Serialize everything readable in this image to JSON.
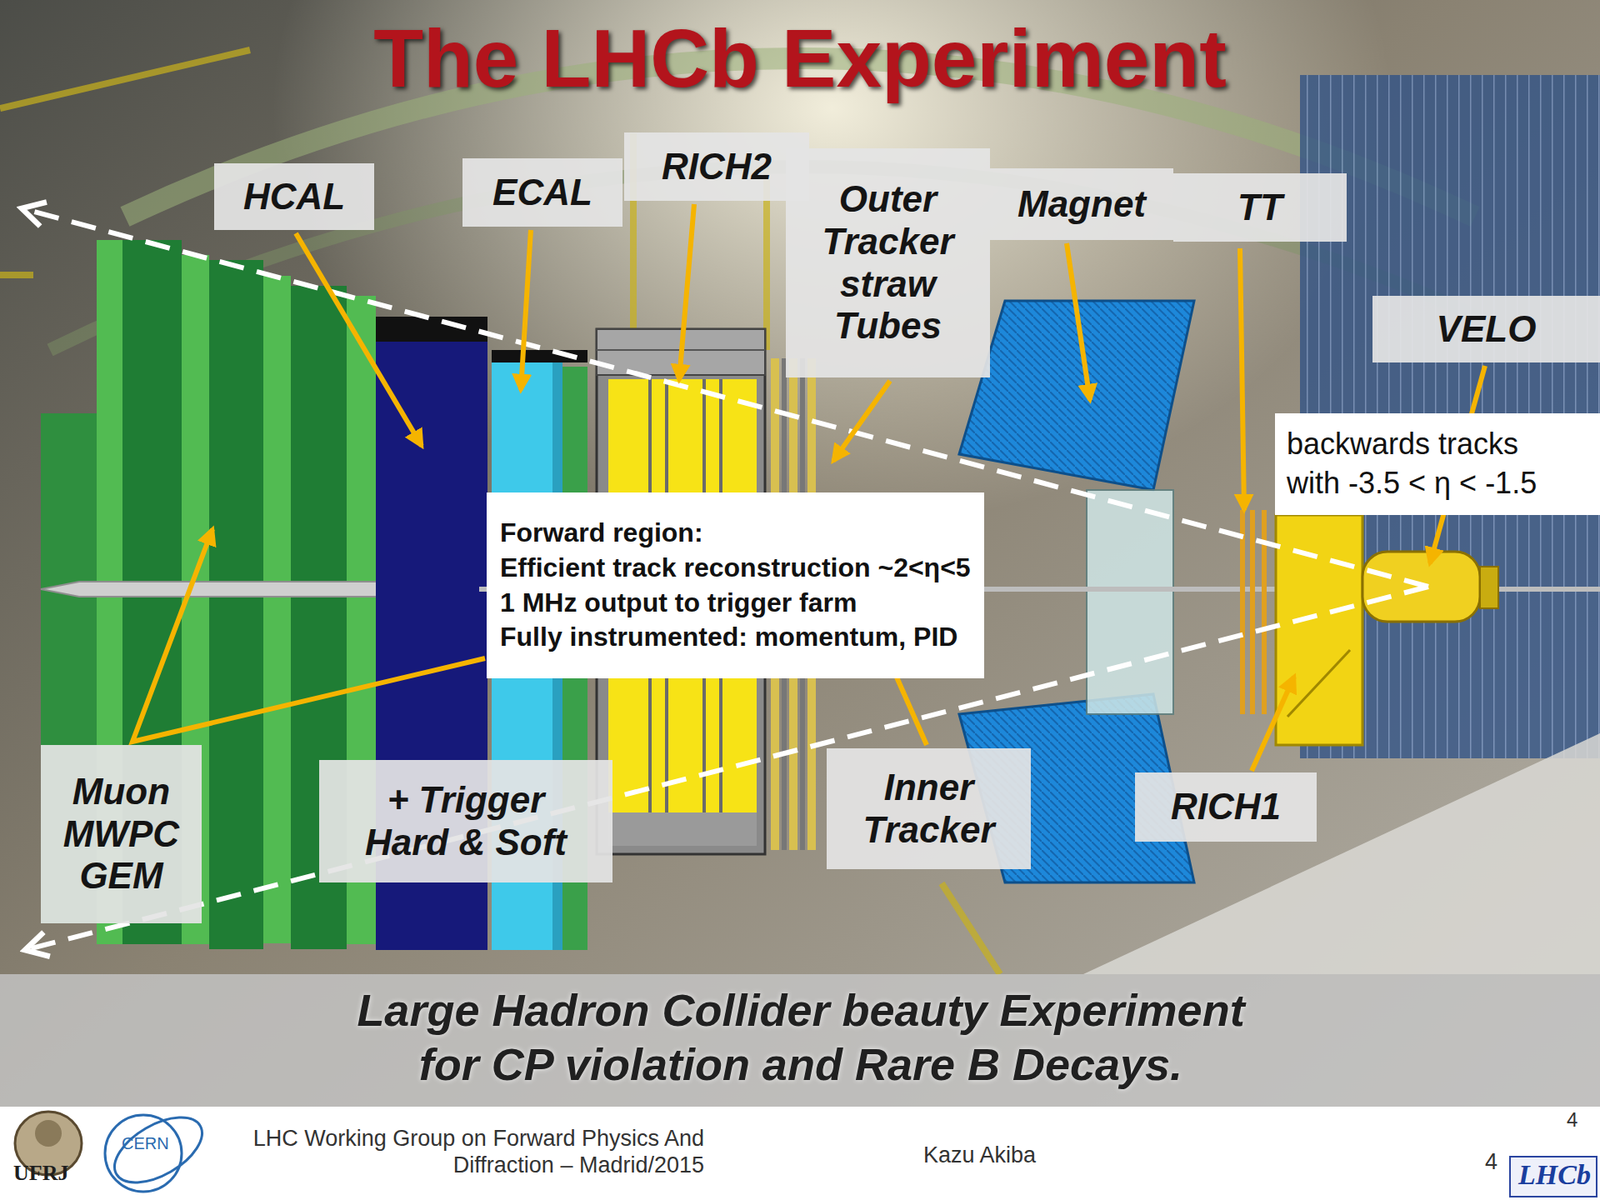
{
  "diagram": {
    "title": "The LHCb Experiment",
    "caption": "Large Hadron Collider beauty Experiment for CP violation and Rare B Decays.",
    "nodes": [
      {
        "text": [
          "HCAL"
        ]
      },
      {
        "text": [
          "ECAL"
        ]
      },
      {
        "text": [
          "RICH2"
        ]
      },
      {
        "text": [
          "Outer Tracker straw Tubes"
        ]
      },
      {
        "text": [
          "Magnet"
        ]
      },
      {
        "text": [
          "TT"
        ]
      },
      {
        "text": [
          "VELO"
        ]
      },
      {
        "text": [
          "backwards tracks with -3.5 < η < -1.5"
        ]
      },
      {
        "text": [
          "Forward region:",
          "Efficient track reconstruction ~2<η<5",
          "1 MHz output to trigger farm",
          "Fully instrumented: momentum, PID"
        ]
      },
      {
        "text": [
          "Muon MWPC GEM"
        ]
      },
      {
        "text": [
          "+ Trigger Hard & Soft"
        ]
      },
      {
        "text": [
          "Inner Tracker"
        ]
      },
      {
        "text": [
          "RICH1"
        ]
      }
    ],
    "labels": [
      "UFRJ",
      "CERN",
      "LHC Working Group on Forward Physics And Diffraction – Madrid/2015",
      "Kazu Akiba",
      "4",
      "4",
      "LHCb"
    ]
  }
}
